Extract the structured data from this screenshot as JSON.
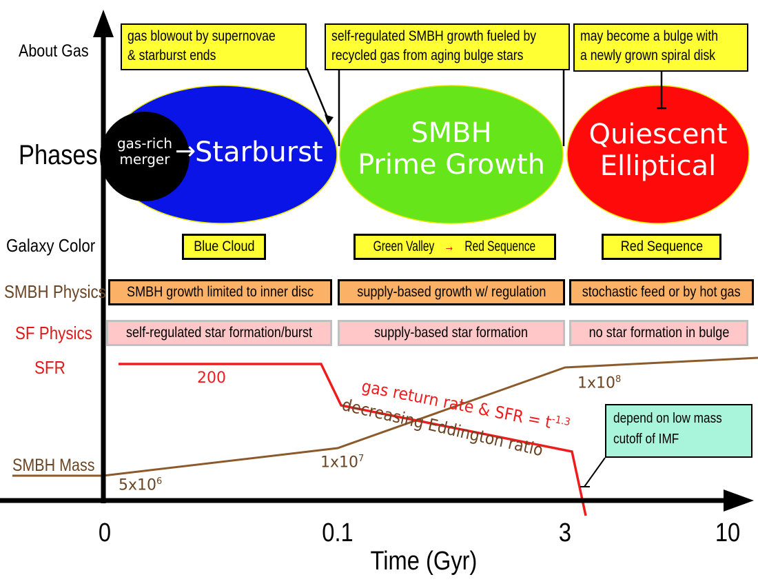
{
  "row_labels": {
    "about_gas": "About Gas",
    "phases": "Phases",
    "galaxy_color": "Galaxy Color",
    "smbh_physics": "SMBH Physics",
    "sf_physics": "SF Physics",
    "sfr": "SFR",
    "smbh_mass": "SMBH Mass"
  },
  "gas_notes": [
    {
      "line1": "gas blowout by supernovae",
      "line2": "& starburst ends"
    },
    {
      "line1": "self-regulated SMBH growth fueled by",
      "line2": "recycled gas from aging bulge stars"
    },
    {
      "line1": "may become a bulge with",
      "line2": "a newly grown spiral disk"
    }
  ],
  "phases": {
    "merger_line1": "gas-rich",
    "merger_line2": "merger",
    "merger_arrow": "→",
    "starburst": "Starburst",
    "prime_line1": "SMBH",
    "prime_line2": "Prime Growth",
    "quiescent_line1": "Quiescent",
    "quiescent_line2": "Elliptical"
  },
  "galaxy_color": {
    "blue": "Blue Cloud",
    "green_valley": "Green Valley",
    "arrow": "→",
    "red_seq_mid": "Red Sequence",
    "red_seq_right": "Red Sequence"
  },
  "smbh_physics": [
    "SMBH growth limited to inner disc",
    "supply-based growth w/ regulation",
    "stochastic feed or by hot gas"
  ],
  "sf_physics": [
    "self-regulated star formation/burst",
    "supply-based star formation",
    "no star formation in bulge"
  ],
  "annotations": {
    "sfr_200": "200",
    "gas_return_main": "gas return rate & SFR = t",
    "gas_return_exp": "-1.3",
    "eddington": "decreasing Eddington ratio",
    "mass_5e6_base": "5x10",
    "mass_5e6_exp": "6",
    "mass_1e7_base": "1x10",
    "mass_1e7_exp": "7",
    "mass_1e8_base": "1x10",
    "mass_1e8_exp": "8",
    "imf_line1": "depend on low mass",
    "imf_line2": "cutoff of IMF"
  },
  "axis": {
    "xlabel": "Time (Gyr)",
    "ticks": [
      "0",
      "0.1",
      "3",
      "10"
    ]
  },
  "colors": {
    "starburst": "#0a14e6",
    "prime_growth": "#66e61a",
    "quiescent": "#ff0a0a",
    "merger": "#000000",
    "sfr_line": "#ee1c1c",
    "mass_line": "#8b5a2b",
    "note_yellow": "#ffff33",
    "smbh_box": "#fbb267",
    "sf_box": "#ffc7c7",
    "imf_box": "#a8f5dc"
  }
}
